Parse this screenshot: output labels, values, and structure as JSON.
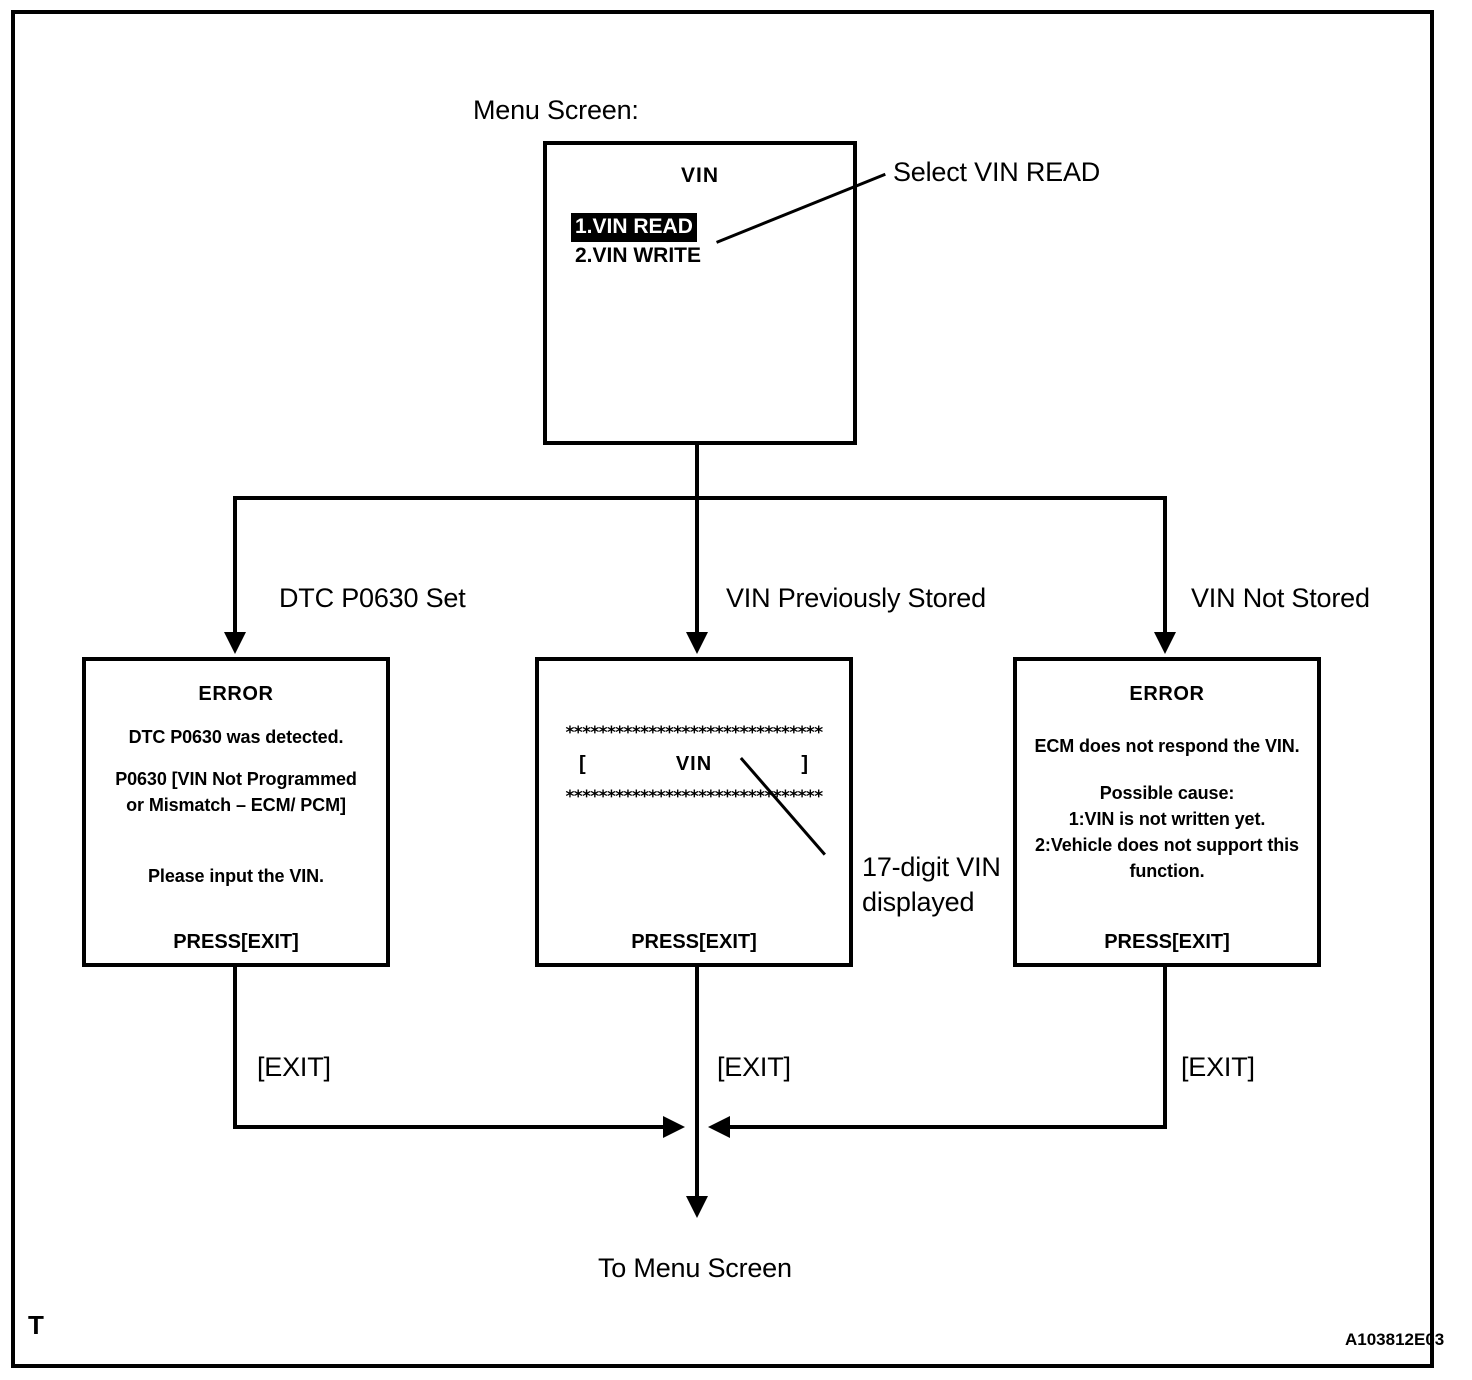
{
  "figure": {
    "id_label": "A103812E03",
    "corner_mark": "T",
    "caption_menu": "Menu Screen:"
  },
  "menu_screen": {
    "title": "VIN",
    "items": [
      {
        "label": "1.VIN READ",
        "selected": true
      },
      {
        "label": "2.VIN WRITE",
        "selected": false
      }
    ],
    "callout": "Select VIN READ"
  },
  "branches": [
    {
      "label": "DTC P0630 Set"
    },
    {
      "label": "VIN Previously Stored"
    },
    {
      "label": "VIN Not Stored"
    }
  ],
  "screens": {
    "error_dtc": {
      "header": "ERROR",
      "line1": "DTC P0630 was detected.",
      "line2": "P0630  [VIN Not Programmed",
      "line3": "or Mismatch – ECM/ PCM]",
      "line4": "Please input the VIN.",
      "footer": "PRESS[EXIT]"
    },
    "vin_display": {
      "stars_top": "*******************************",
      "bracket_open": "[",
      "vin_label": "VIN",
      "bracket_close": "]",
      "stars_bottom": "*******************************",
      "footer": "PRESS[EXIT]",
      "callout_line1": "17-digit VIN",
      "callout_line2": "displayed"
    },
    "error_no_vin": {
      "header": "ERROR",
      "line1": "ECM does not respond the VIN.",
      "line2": "Possible cause:",
      "line3": "1:VIN is not written yet.",
      "line4": "2:Vehicle does not support this",
      "line5": "function.",
      "footer": "PRESS[EXIT]"
    }
  },
  "exits": [
    {
      "label": "[EXIT]"
    },
    {
      "label": "[EXIT]"
    },
    {
      "label": "[EXIT]"
    }
  ],
  "end": {
    "label": "To Menu Screen"
  },
  "colors": {
    "ink": "#000000",
    "paper": "#ffffff",
    "highlight_bg": "#000000",
    "highlight_fg": "#ffffff"
  }
}
